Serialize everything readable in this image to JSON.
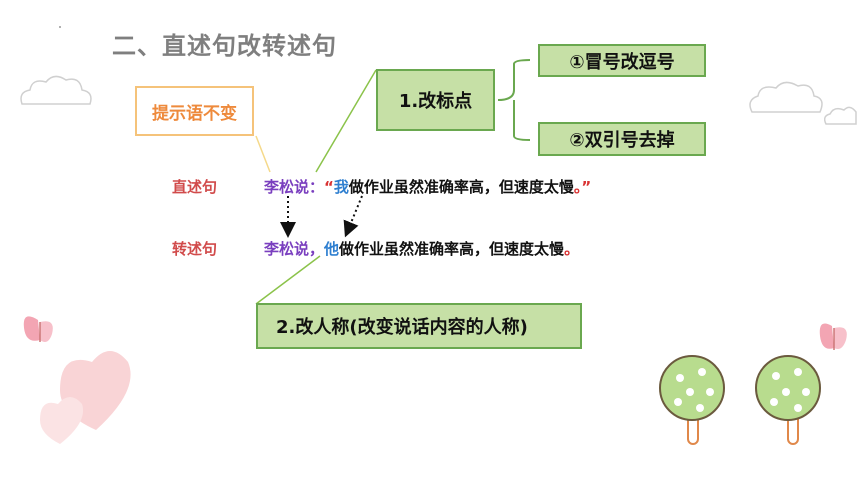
{
  "title": "二、直述句改转述句",
  "hint_box": "提示语不变",
  "box_change_punct": "1.改标点",
  "sub1": "①冒号改逗号",
  "sub2": "②双引号去掉",
  "box_change_person": "2.改人称(改变说话内容的人称)",
  "direct": {
    "label": "直述句",
    "speaker": "李松说",
    "colon": "：",
    "open_quote": "“",
    "pronoun": "我",
    "body": "做作业虽然准确率高，但速度太慢",
    "end": "。”"
  },
  "indirect": {
    "label": "转述句",
    "speaker": "李松说",
    "comma": "，",
    "pronoun": "他",
    "body": "做作业虽然准确率高，但速度太慢",
    "end": "。"
  }
}
